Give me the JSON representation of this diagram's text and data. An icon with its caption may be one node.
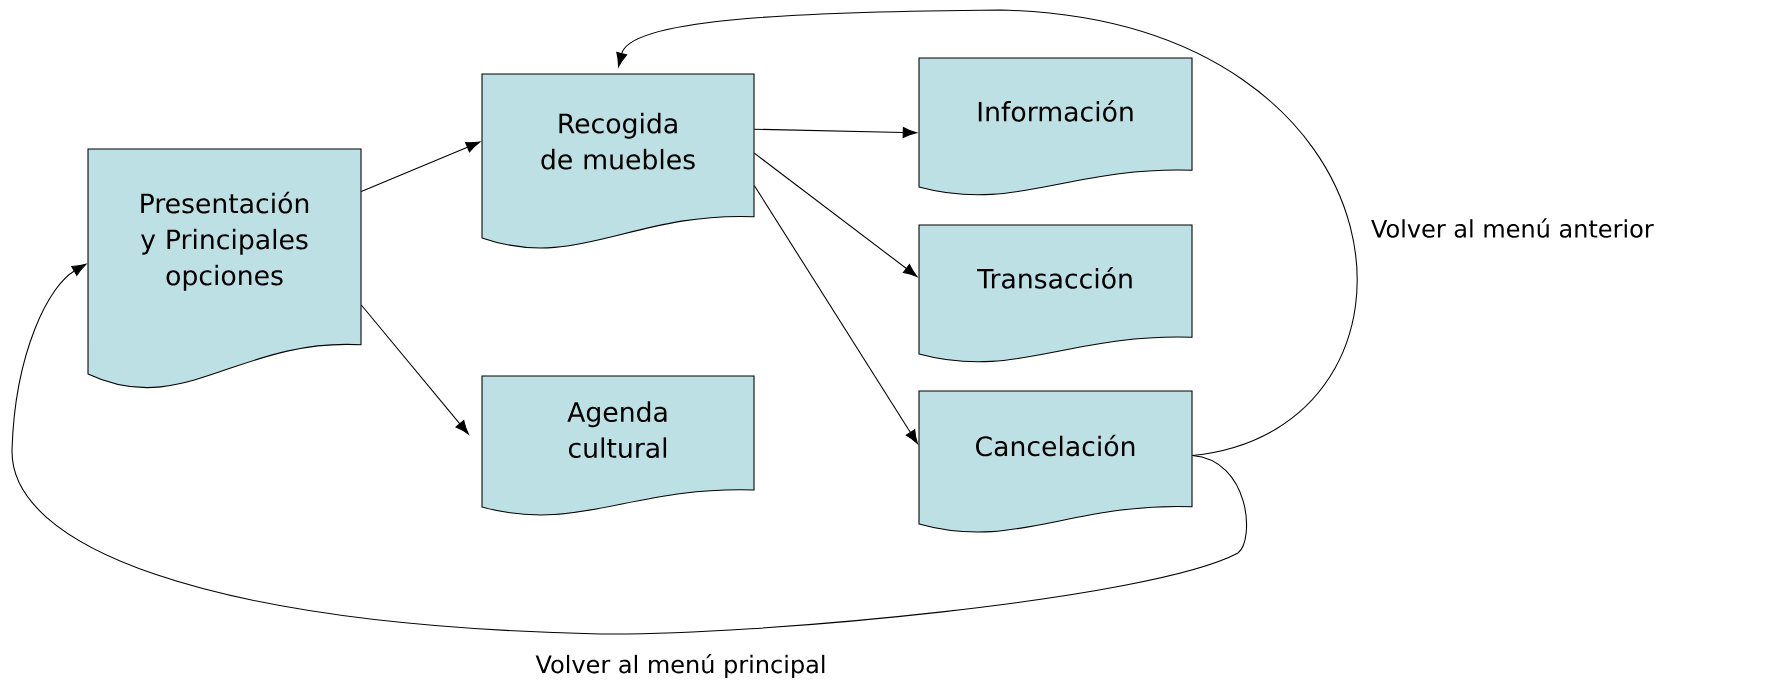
{
  "diagram": {
    "nodes": [
      {
        "text": [
          "Presentación y Principales opciones"
        ]
      },
      {
        "text": [
          "Recogida de muebles"
        ]
      },
      {
        "text": [
          "Información"
        ]
      },
      {
        "text": [
          "Transacción"
        ]
      },
      {
        "text": [
          "Cancelación"
        ]
      },
      {
        "text": [
          "Agenda cultural"
        ]
      }
    ],
    "edges": [
      {
        "from": 0,
        "to": 1,
        "arrow": "to"
      },
      {
        "from": 0,
        "to": 5,
        "arrow": "to"
      },
      {
        "from": 1,
        "to": 2,
        "arrow": "to"
      },
      {
        "from": 1,
        "to": 3,
        "arrow": "to"
      },
      {
        "from": 1,
        "to": 4,
        "arrow": "to"
      },
      {
        "from": 4,
        "to": 1,
        "arrow": "to",
        "label": "Volver al menú anterior"
      },
      {
        "from": 4,
        "to": 0,
        "arrow": "to",
        "label": "Volver al menú principal"
      }
    ]
  }
}
